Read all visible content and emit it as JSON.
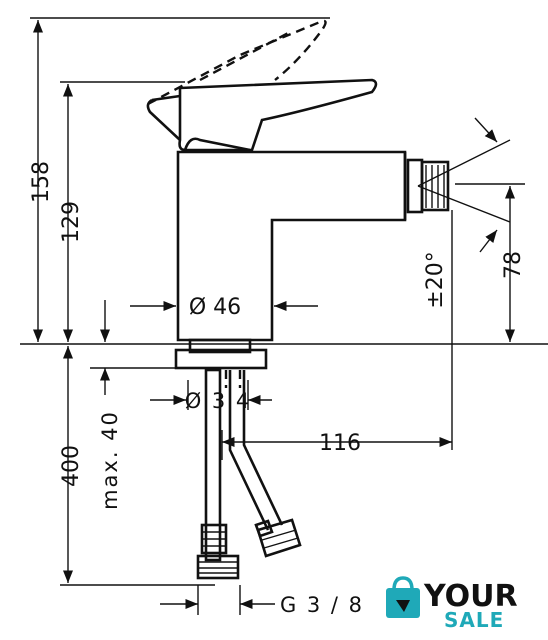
{
  "dimensions": {
    "height_total": "158",
    "height_spout": "129",
    "spout_height": "78",
    "swivel_angle": "±20°",
    "body_diameter": "Ø 46",
    "base_diameter": "Ø 3 4",
    "spout_reach": "116",
    "hose_length": "400",
    "max_thickness": "max. 40",
    "connection_thread": "G 3 / 8"
  },
  "logo": {
    "word_top": "YOUR",
    "word_bottom": "SALE",
    "accent_color": "#1fa9b8"
  },
  "colors": {
    "ink": "#111111",
    "background": "#ffffff"
  }
}
